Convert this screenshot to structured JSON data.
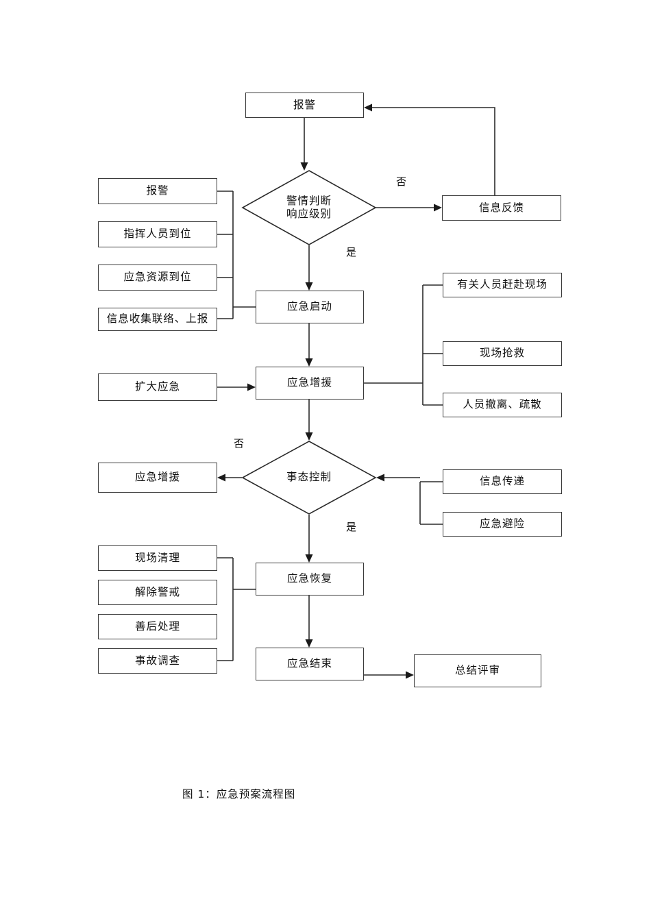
{
  "document": {
    "caption": "图 1：应急预案流程图"
  },
  "flow": {
    "nodes": {
      "alarm_top": {
        "label": "报警",
        "shape": "rect"
      },
      "judge": {
        "label_line1": "警情判断",
        "label_line2": "响应级别",
        "shape": "diamond"
      },
      "info_feedback": {
        "label": "信息反馈",
        "shape": "rect"
      },
      "emergency_start": {
        "label": "应急启动",
        "shape": "rect"
      },
      "emergency_reinforce": {
        "label": "应急增援",
        "shape": "rect"
      },
      "situation_control": {
        "label": "事态控制",
        "shape": "diamond"
      },
      "emergency_recovery": {
        "label": "应急恢复",
        "shape": "rect"
      },
      "emergency_end": {
        "label": "应急结束",
        "shape": "rect"
      },
      "summary_review": {
        "label": "总结评审",
        "shape": "rect"
      },
      "expand_emergency": {
        "label": "扩大应急",
        "shape": "rect"
      },
      "reinforce_left": {
        "label": "应急增援",
        "shape": "rect"
      }
    },
    "left_group_start": [
      {
        "label": "报警"
      },
      {
        "label": "指挥人员到位"
      },
      {
        "label": "应急资源到位"
      },
      {
        "label": "信息收集联络、上报"
      }
    ],
    "right_group_response": [
      {
        "label": "有关人员赶赴现场"
      },
      {
        "label": "现场抢救"
      },
      {
        "label": "人员撤离、疏散"
      }
    ],
    "right_group_control": [
      {
        "label": "信息传递"
      },
      {
        "label": "应急避险"
      }
    ],
    "left_group_recovery": [
      {
        "label": "现场清理"
      },
      {
        "label": "解除警戒"
      },
      {
        "label": "善后处理"
      },
      {
        "label": "事故调查"
      }
    ],
    "edge_labels": {
      "judge_no": "否",
      "judge_yes": "是",
      "control_no": "否",
      "control_yes": "是"
    }
  },
  "style": {
    "line_color": "#2b2b2b",
    "border_color": "#3a3a3a",
    "text_color": "#101010",
    "background": "#ffffff"
  }
}
